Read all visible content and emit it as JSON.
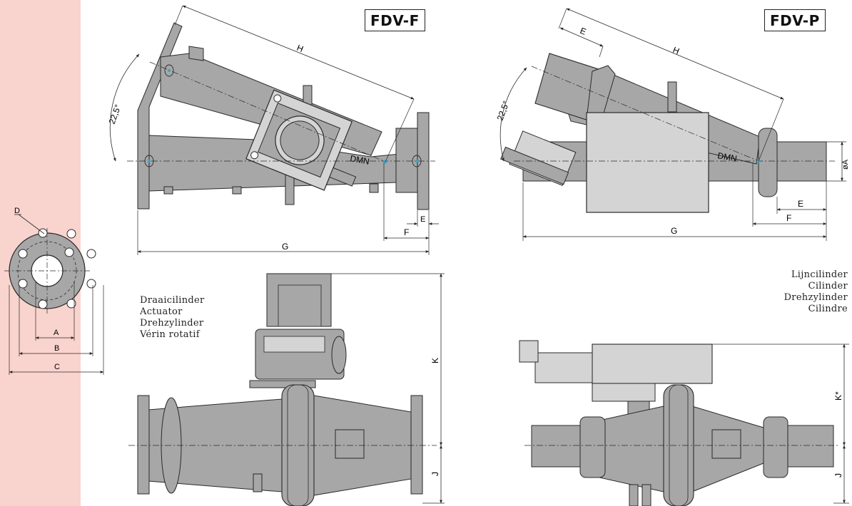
{
  "theme": {
    "band_color": "#f9d3cd",
    "body_color": "#a7a7a7",
    "dark_color": "#8f8f8f",
    "light_color": "#d4d4d4",
    "line_color": "#2a2a2a",
    "marker_color": "#3aa3c9"
  },
  "models": {
    "left": "FDV-F",
    "right": "FDV-P"
  },
  "dims": {
    "A": "A",
    "B": "B",
    "C": "C",
    "D": "D",
    "E": "E",
    "F": "F",
    "G": "G",
    "H": "H",
    "J": "J",
    "K": "K",
    "K_star": "K*",
    "angle": "22,5°",
    "dmn": "DMN",
    "oa": "øA"
  },
  "actuator_labels": [
    "Draaicilinder",
    "Actuator",
    "Drehzylinder",
    "Vérin rotatif"
  ],
  "cylinder_labels": [
    "Lijncilinder",
    "Cilinder",
    "Drehzylinder",
    "Cilindre"
  ]
}
